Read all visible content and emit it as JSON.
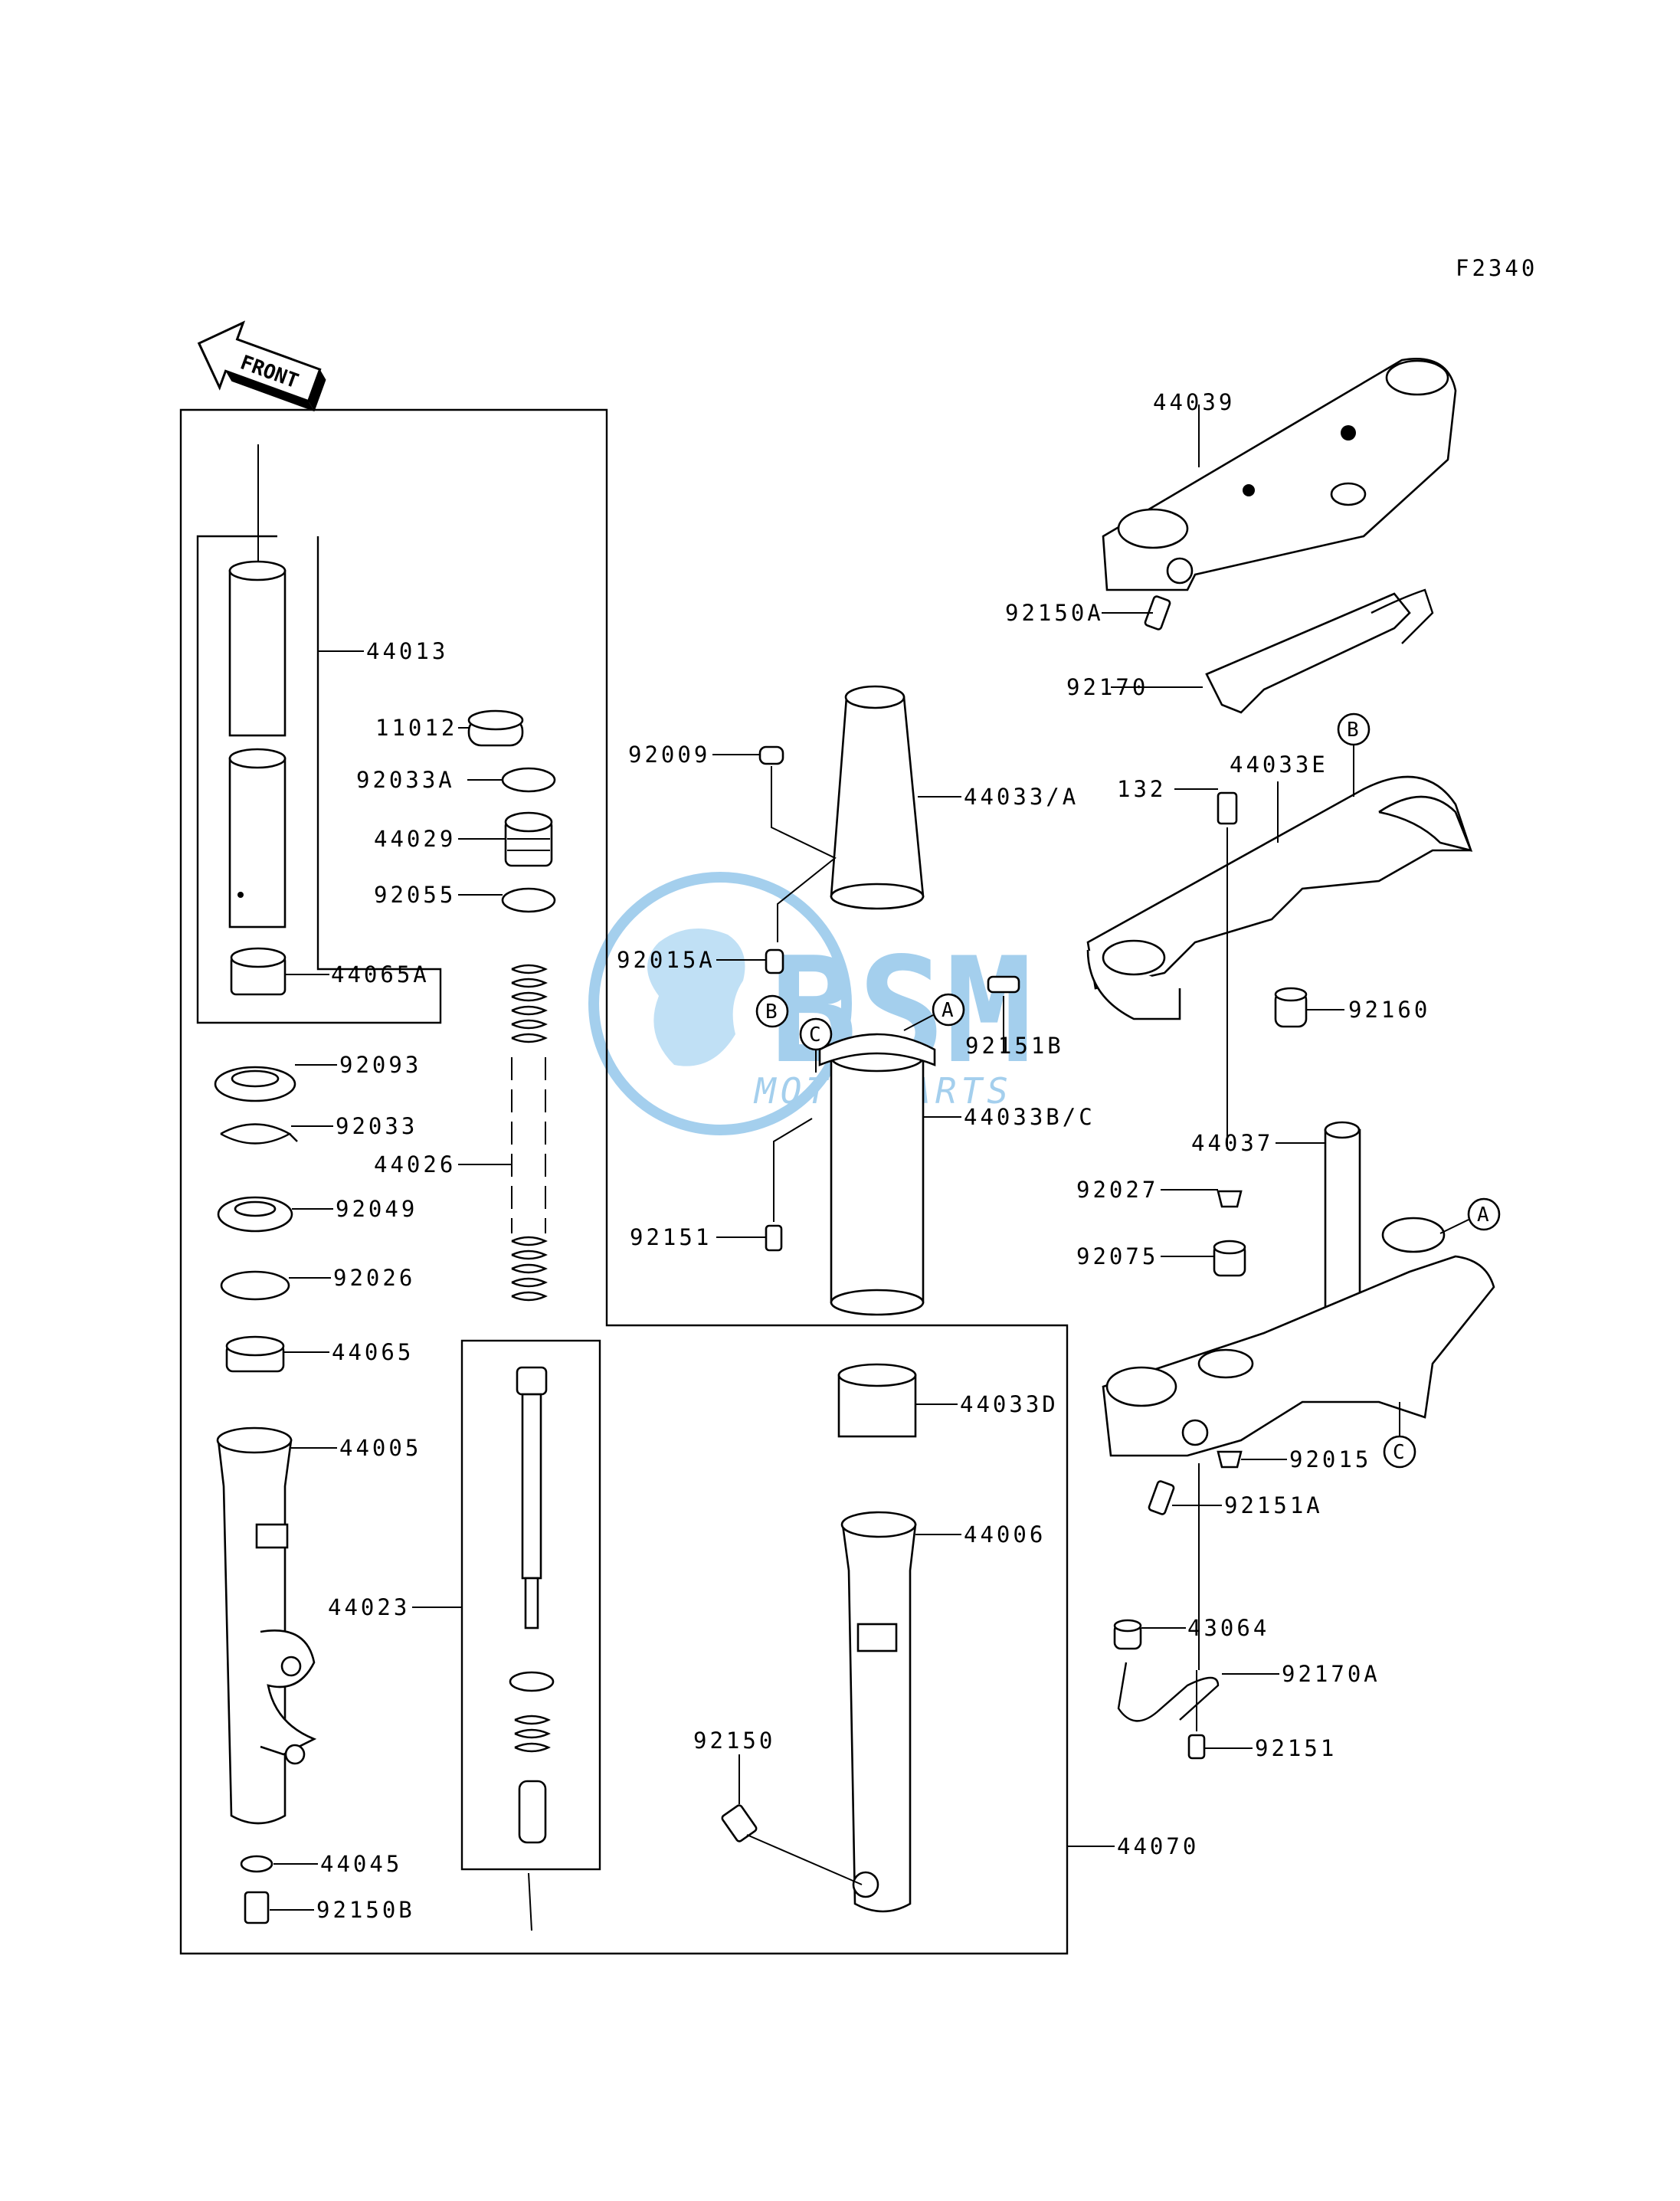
{
  "diagram": {
    "code": "F2340",
    "front_label": "FRONT",
    "watermark": {
      "logo_text": "BSM",
      "sub_text": "MOTORPARTS",
      "color": "#5aa8e0"
    },
    "labels": {
      "p44039": "44039",
      "p92150A": "92150A",
      "p92170": "92170",
      "p44013": "44013",
      "p11012": "11012",
      "p92033A": "92033A",
      "p44029": "44029",
      "p92055": "92055",
      "p44065A": "44065A",
      "p92009": "92009",
      "p44033A": "44033/A",
      "p132": "132",
      "p44033E": "44033E",
      "p92015A": "92015A",
      "p92151B": "92151B",
      "p92160": "92160",
      "p92093": "92093",
      "p92033": "92033",
      "p44026": "44026",
      "p92049": "92049",
      "p92026": "92026",
      "p44065": "44065",
      "p44033BC": "44033B/C",
      "p92151c": "92151",
      "p44037": "44037",
      "p92027": "92027",
      "p92075": "92075",
      "p44005": "44005",
      "p44033D": "44033D",
      "p92015": "92015",
      "p92151A": "92151A",
      "p44006": "44006",
      "p44023": "44023",
      "p43064": "43064",
      "p92170A": "92170A",
      "p92151r": "92151",
      "p92150": "92150",
      "p44070": "44070",
      "p44045": "44045",
      "p92150B": "92150B"
    },
    "refs": {
      "A": "A",
      "B": "B",
      "C": "C"
    }
  }
}
